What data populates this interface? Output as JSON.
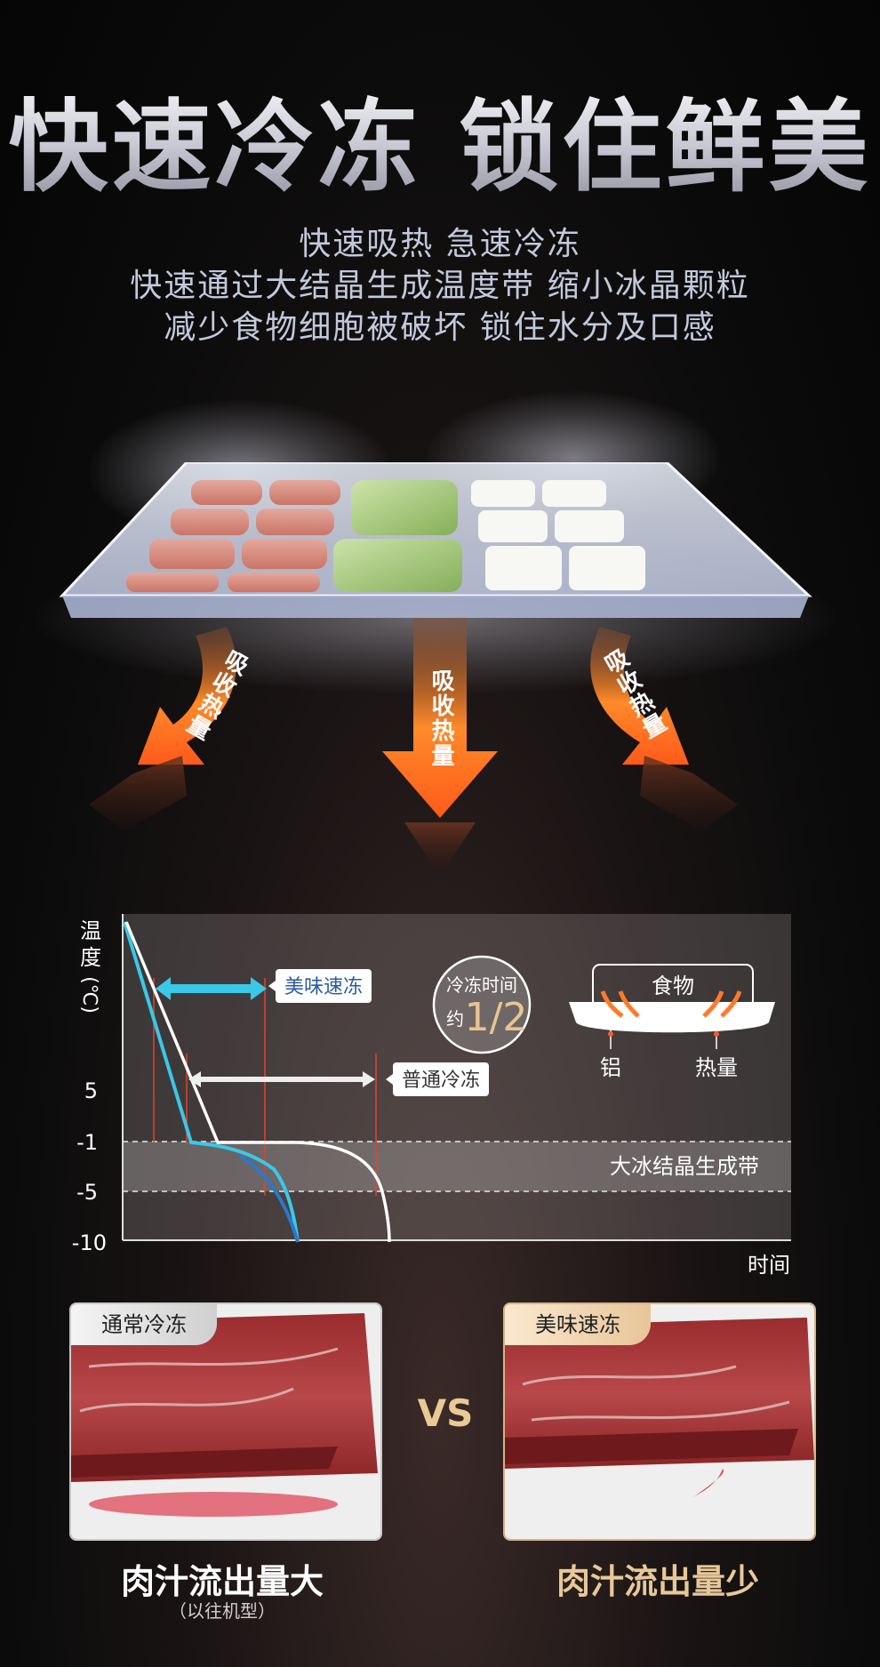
{
  "header": {
    "title": "快速冷冻 锁住鲜美",
    "subtitle_lines": [
      "快速吸热  急速冷冻",
      "快速通过大结晶生成温度带  缩小冰晶颗粒",
      "减少食物细胞被破坏  锁住水分及口感"
    ]
  },
  "tray": {
    "arrow_labels": [
      "吸收热量",
      "吸收热量",
      "吸收热量"
    ]
  },
  "chart": {
    "y_axis_label_chars": [
      "温",
      "度",
      "(℃)"
    ],
    "y_ticks": [
      "5",
      "-1",
      "-5",
      "-10"
    ],
    "x_axis_label": "时间",
    "band_label": "大冰结晶生成带",
    "fast_label": "美味速冻",
    "normal_label": "普通冷冻",
    "badge_line1": "冷冻时间",
    "badge_prefix": "约",
    "badge_value": "1/2",
    "diagram_food": "食物",
    "diagram_aluminum": "铝",
    "diagram_heat": "热量",
    "colors": {
      "fast": "#39c8e8",
      "fast_tail": "#2a78c8",
      "normal": "#ffffff",
      "marker": "#e0442a"
    }
  },
  "chart_data": {
    "type": "line",
    "xlabel": "时间",
    "ylabel": "温度 (℃)",
    "y_ticks": [
      5,
      -1,
      -5,
      -10
    ],
    "band": {
      "label": "大冰结晶生成带",
      "from": -1,
      "to": -5
    },
    "series": [
      {
        "name": "美味速冻",
        "values": []
      },
      {
        "name": "普通冷冻",
        "values": []
      }
    ],
    "annotation": "冷冻时间 约1/2"
  },
  "comparison": {
    "left_tag": "通常冷冻",
    "right_tag": "美味速冻",
    "vs": "VS",
    "left_caption": "肉汁流出量大",
    "left_note": "（以往机型）",
    "right_caption": "肉汁流出量少"
  }
}
